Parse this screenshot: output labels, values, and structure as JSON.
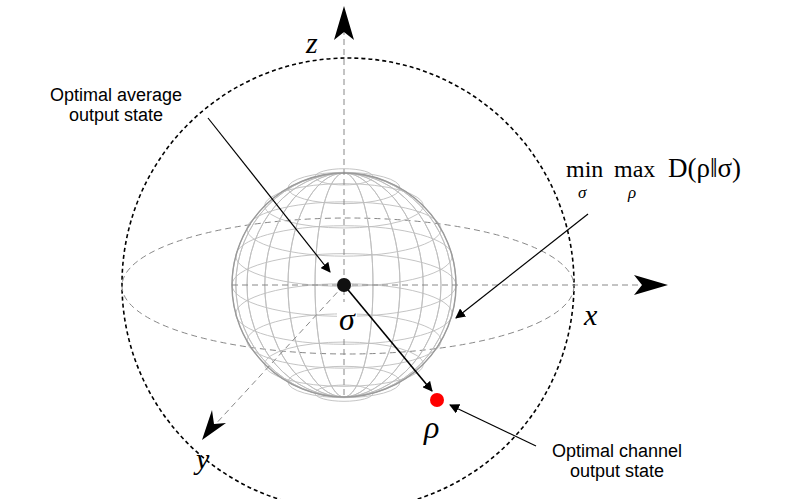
{
  "diagram": {
    "labels": [
      "z",
      "x",
      "y",
      "σ",
      "ρ",
      "Optimal average output state",
      "Optimal channel output state",
      "min",
      "σ",
      "max",
      "ρ",
      "D(ρ‖σ)"
    ]
  }
}
